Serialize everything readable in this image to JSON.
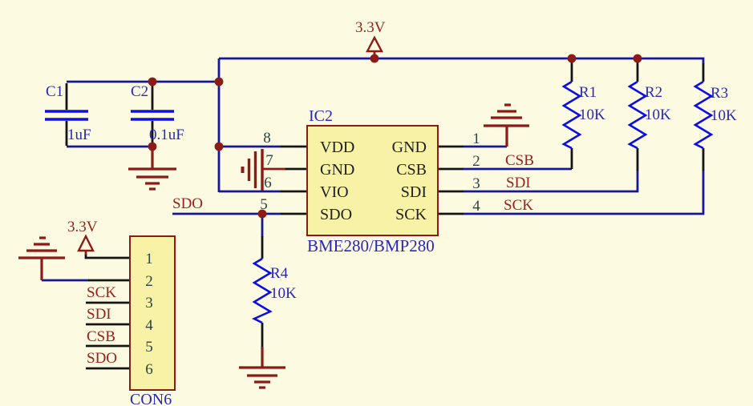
{
  "colors": {
    "background": "#fcfbe2",
    "wire_blue": "#16169c",
    "symbol_blue": "#0d0de8",
    "designator_blue": "#2828ba",
    "dark_red": "#8c1a16",
    "net_label_red": "#97211c",
    "pin_name_black": "#1f1f1f",
    "pin_number": "#2d4442",
    "component_fill": "#f8f2a6"
  },
  "power_labels": {
    "top": "3.3V",
    "connector": "3.3V"
  },
  "capacitors": [
    {
      "ref": "C1",
      "value": "1uF"
    },
    {
      "ref": "C2",
      "value": "0.1uF"
    }
  ],
  "resistors": [
    {
      "ref": "R1",
      "value": "10K"
    },
    {
      "ref": "R2",
      "value": "10K"
    },
    {
      "ref": "R3",
      "value": "10K"
    },
    {
      "ref": "R4",
      "value": "10K"
    }
  ],
  "ic": {
    "ref": "IC2",
    "part": "BME280/BMP280",
    "left_pins": [
      {
        "number": "8",
        "name": "VDD"
      },
      {
        "number": "7",
        "name": "GND"
      },
      {
        "number": "6",
        "name": "VIO"
      },
      {
        "number": "5",
        "name": "SDO"
      }
    ],
    "right_pins": [
      {
        "number": "1",
        "name": "GND"
      },
      {
        "number": "2",
        "name": "CSB"
      },
      {
        "number": "3",
        "name": "SDI"
      },
      {
        "number": "4",
        "name": "SCK"
      }
    ]
  },
  "net_labels": {
    "sdo": "SDO",
    "csb": "CSB",
    "sdi": "SDI",
    "sck": "SCK"
  },
  "connector": {
    "ref": "CON6",
    "pins": [
      "1",
      "2",
      "3",
      "4",
      "5",
      "6"
    ],
    "nets": [
      "SCK",
      "SDI",
      "CSB",
      "SDO"
    ]
  }
}
